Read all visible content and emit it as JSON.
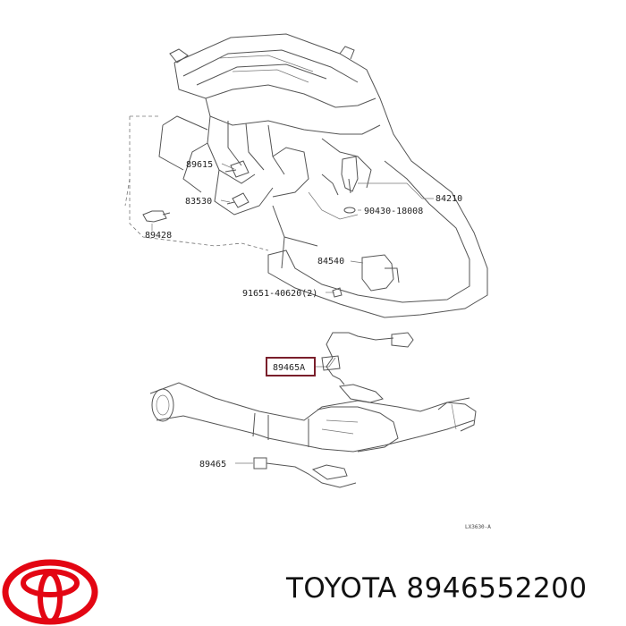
{
  "diagram": {
    "part_labels": [
      "89615",
      "83530",
      "89428",
      "84210",
      "90430-18008",
      "84540",
      "91651-40620(2)",
      "89465A",
      "89465"
    ],
    "ref_code": "LX3630-A",
    "highlight_color": "#7a1f2b"
  },
  "footer": {
    "brand": "TOYOTA",
    "part_number": "8946552200",
    "logo": "toyota-logo",
    "logo_color": "#e30613"
  }
}
